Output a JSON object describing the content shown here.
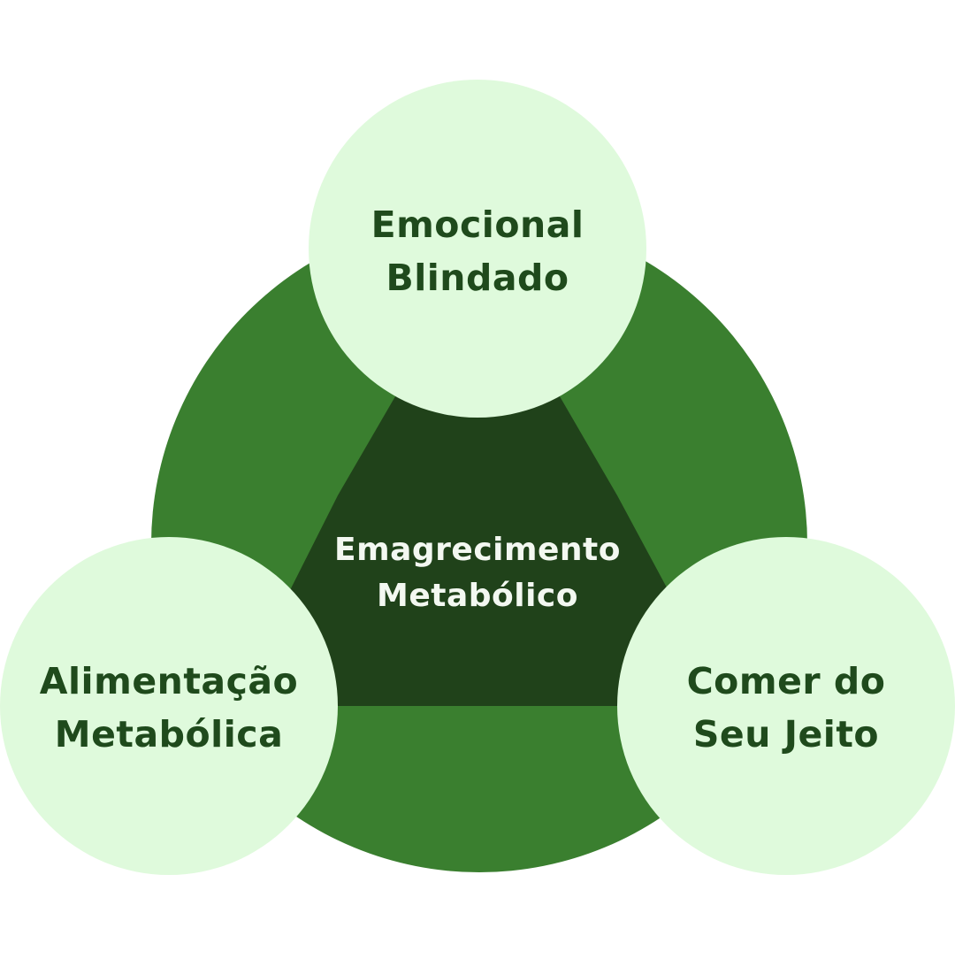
{
  "diagram": {
    "center": {
      "line1": "Emagrecimento",
      "line2": "Metabólico"
    },
    "top": {
      "line1": "Emocional",
      "line2": "Blindado"
    },
    "left": {
      "line1": "Alimentação",
      "line2": "Metabólica"
    },
    "right": {
      "line1": "Comer do",
      "line2": "Seu Jeito"
    }
  },
  "colors": {
    "background": "#ffffff",
    "outer_ring": "#3a7f2f",
    "center_triangle": "#20421a",
    "pillar_circle": "#dffadc",
    "pillar_text": "#1f4a1c",
    "center_text": "#f3f8f1"
  }
}
